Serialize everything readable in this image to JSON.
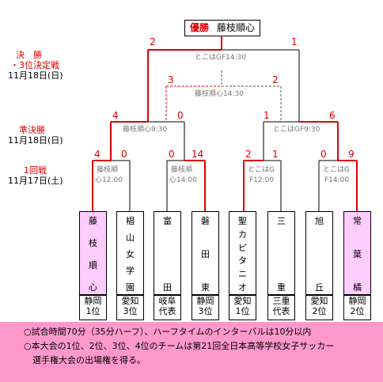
{
  "header": {
    "champion_label": "優勝",
    "champion_team": "藤枝順心"
  },
  "round_labels": {
    "final_line1": "決　勝",
    "final_line2": "・3位決定戦",
    "final_date": "11月18日(日)",
    "semi_line1": "準決勝",
    "semi_date": "11月18日(日)",
    "first_line1": "1回戦",
    "first_date": "11月17日(土)"
  },
  "matches": {
    "final": {
      "venue": "とこはGF14:30",
      "score_left": "2",
      "score_right": "1"
    },
    "third": {
      "venue": "藤枝順心14:30",
      "score_left": "3",
      "score_right": "2"
    },
    "semi_left": {
      "venue": "藤枝順心9:30",
      "score_left": "4",
      "score_right": "0"
    },
    "semi_right": {
      "venue": "とこはGF9:30",
      "score_left": "1",
      "score_right": "6"
    },
    "r1_a": {
      "venue_line1": "藤枝順",
      "venue_line2": "心12:00",
      "score_left": "4",
      "score_right": "0"
    },
    "r1_b": {
      "venue_line1": "藤枝順",
      "venue_line2": "心14:00",
      "score_left": "0",
      "score_right": "14"
    },
    "r1_c": {
      "venue_line1": "とこはG",
      "venue_line2": "F12:00",
      "score_left": "2",
      "score_right": "1"
    },
    "r1_d": {
      "venue_line1": "とこはG",
      "venue_line2": "F14:00",
      "score_left": "0",
      "score_right": "9"
    }
  },
  "teams": [
    {
      "name_chars": [
        "藤",
        "枝",
        "順",
        "心"
      ],
      "pref_line1": "静岡",
      "pref_line2": "1位",
      "highlight": true
    },
    {
      "name_chars": [
        "椙",
        "山",
        "女",
        "学",
        "園"
      ],
      "pref_line1": "愛知",
      "pref_line2": "3位",
      "highlight": false
    },
    {
      "name_chars": [
        "富",
        "",
        "田"
      ],
      "pref_line1": "岐阜",
      "pref_line2": "代表",
      "highlight": false
    },
    {
      "name_chars": [
        "磐",
        "田",
        "東"
      ],
      "pref_line1": "静岡",
      "pref_line2": "3位",
      "highlight": false
    },
    {
      "name_chars": [
        "聖",
        "カ",
        "ピ",
        "タ",
        "ニ",
        "オ"
      ],
      "pref_line1": "愛知",
      "pref_line2": "1位",
      "highlight": false
    },
    {
      "name_chars": [
        "三",
        "",
        "重"
      ],
      "pref_line1": "三重",
      "pref_line2": "代表",
      "highlight": false
    },
    {
      "name_chars": [
        "旭",
        "",
        "丘"
      ],
      "pref_line1": "愛知",
      "pref_line2": "2位",
      "highlight": false
    },
    {
      "name_chars": [
        "常",
        "葉",
        "橘"
      ],
      "pref_line1": "静岡",
      "pref_line2": "2位",
      "highlight": true
    }
  ],
  "notes": {
    "line1": "○試合時間70分（35分ハーフ）、ハーフタイムのインターバルは10分以内",
    "line2": "○本大会の1位、2位、3位、4位のチームは第21回全日本高等学校女子サッカー",
    "line3": "　選手権大会の出場権を得る。"
  },
  "colors": {
    "win_line": "#e00000",
    "lose_line": "#000000",
    "highlight_bg": "#ffccff",
    "note_bg": "#ff99cc",
    "champion_red": "#e00000"
  }
}
